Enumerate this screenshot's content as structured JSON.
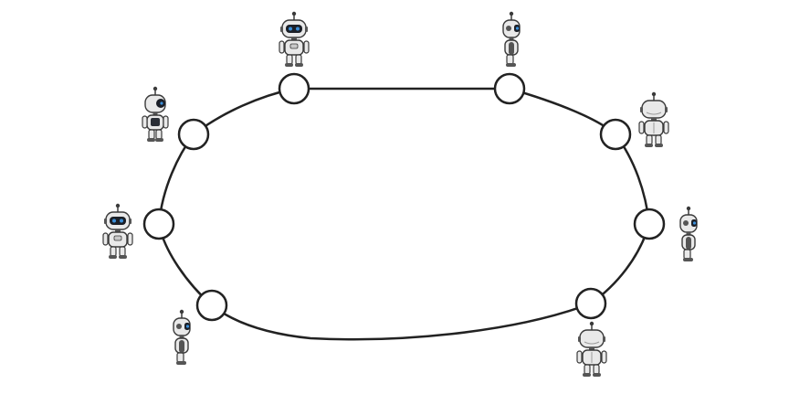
{
  "diagram": {
    "type": "ring",
    "node_count": 8,
    "colors": {
      "background": "#ffffff",
      "ring_stroke": "#222222",
      "node_fill": "#ffffff",
      "node_stroke": "#222222",
      "robot_body": "#e9e9e9",
      "robot_outline": "#3a3a3a",
      "robot_visor": "#1b1f27",
      "robot_eye": "#3b8fd9",
      "robot_joint": "#555555"
    },
    "robots": [
      {
        "id": "robot-top-left",
        "facing": "front",
        "icon": "robot-front-icon"
      },
      {
        "id": "robot-top-right",
        "facing": "side",
        "icon": "robot-side-icon"
      },
      {
        "id": "robot-upper-right",
        "facing": "back",
        "icon": "robot-back-icon"
      },
      {
        "id": "robot-right",
        "facing": "side",
        "icon": "robot-side-icon"
      },
      {
        "id": "robot-bottom-right",
        "facing": "back",
        "icon": "robot-back-icon"
      },
      {
        "id": "robot-bottom-left",
        "facing": "side",
        "icon": "robot-side-icon"
      },
      {
        "id": "robot-left",
        "facing": "front",
        "icon": "robot-front-icon"
      },
      {
        "id": "robot-upper-left",
        "facing": "side-dark",
        "icon": "robot-side-icon"
      }
    ]
  }
}
